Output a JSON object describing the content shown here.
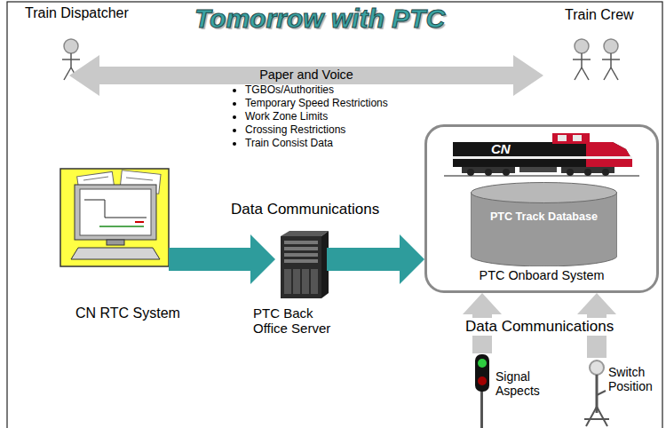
{
  "diagram": {
    "title": "Tomorrow with PTC",
    "nodes": [
      {
        "text": [
          "Paper and Voice"
        ]
      },
      {
        "text": [
          "CN RTC System"
        ]
      },
      {
        "text": [
          "PTC Back Office Server"
        ]
      },
      {
        "text": [
          "PTC Onboard System"
        ]
      },
      {
        "text": [
          "PTC Track Database"
        ],
        "in": 3
      },
      {
        "text": [
          "Signal Aspects"
        ]
      },
      {
        "text": [
          "Switch Position"
        ]
      }
    ],
    "edges": [
      {
        "from": 1,
        "to": 2,
        "arrow": "to"
      },
      {
        "from": 2,
        "to": 3,
        "arrow": "to"
      },
      {
        "from": 5,
        "to": 3,
        "arrow": "to"
      },
      {
        "from": 6,
        "to": 3,
        "arrow": "to"
      }
    ],
    "labels": [
      "Train Dispatcher",
      "Train Crew",
      "TGBOs/Authorities",
      "Temporary Speed Restrictions",
      "Work Zone Limits",
      "Crossing Restrictions",
      "Train Consist Data",
      "Data Communications",
      "Data Communications",
      "CN"
    ]
  }
}
